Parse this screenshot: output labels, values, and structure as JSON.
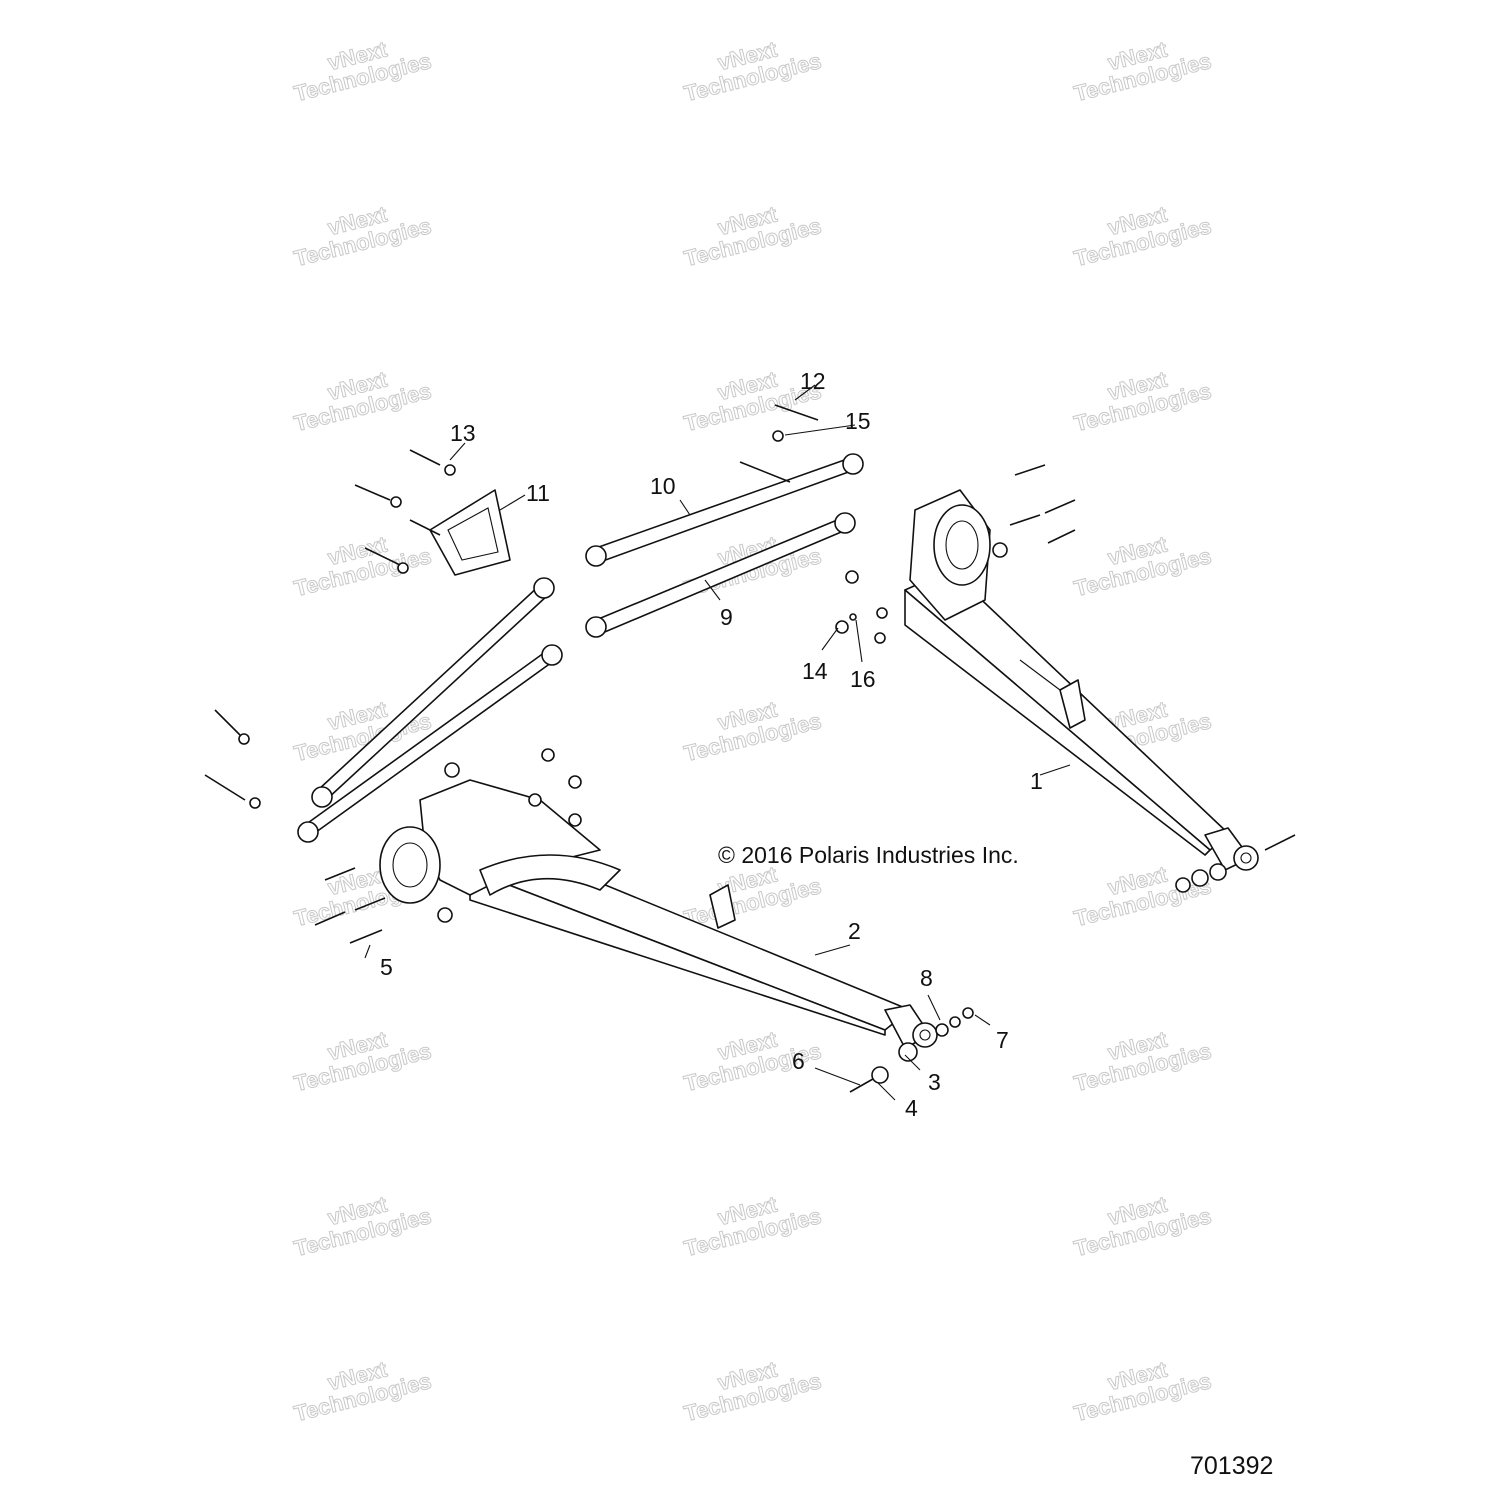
{
  "watermark": {
    "line1": "vNext",
    "line2": "Technologies"
  },
  "callouts": [
    "1",
    "2",
    "3",
    "4",
    "5",
    "6",
    "7",
    "8",
    "9",
    "10",
    "11",
    "12",
    "13",
    "14",
    "15",
    "16"
  ],
  "copyright": "© 2016 Polaris Industries Inc.",
  "drawing_id": "701392"
}
